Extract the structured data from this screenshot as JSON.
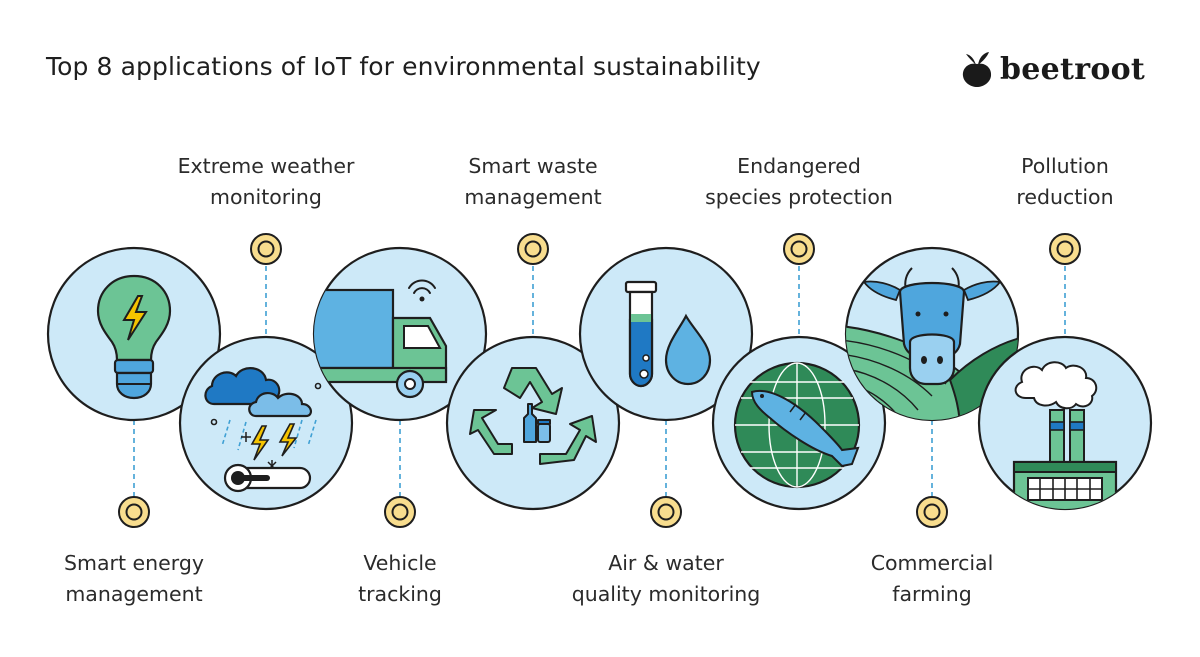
{
  "title": "Top 8 applications of IoT for environmental sustainability",
  "brand": {
    "name": "beetroot",
    "logo_icon": "beetroot-icon"
  },
  "colors": {
    "circle_fill": "#cde9f8",
    "outline": "#1e1e1e",
    "marker_fill": "#f8dd8e",
    "connector": "#3fa0d4",
    "green": "#62c08f",
    "dark_green": "#2f8a58",
    "blue": "#4fa6dd",
    "dark_blue": "#1f79c4",
    "yellow": "#f5c400"
  },
  "applications": [
    {
      "line1": "Smart energy",
      "line2": "management",
      "icon": "light-bulb-icon"
    },
    {
      "line1": "Extreme weather",
      "line2": "monitoring",
      "icon": "storm-cloud-thermometer-icon"
    },
    {
      "line1": "Vehicle",
      "line2": "tracking",
      "icon": "delivery-truck-icon"
    },
    {
      "line1": "Smart waste",
      "line2": "management",
      "icon": "recycle-bottles-icon"
    },
    {
      "line1": "Air & water",
      "line2": "quality monitoring",
      "icon": "test-tube-water-drop-icon"
    },
    {
      "line1": "Endangered",
      "line2": "species protection",
      "icon": "fish-globe-icon"
    },
    {
      "line1": "Commercial",
      "line2": "farming",
      "icon": "cow-field-icon"
    },
    {
      "line1": "Pollution",
      "line2": "reduction",
      "icon": "factory-smoke-icon"
    }
  ]
}
